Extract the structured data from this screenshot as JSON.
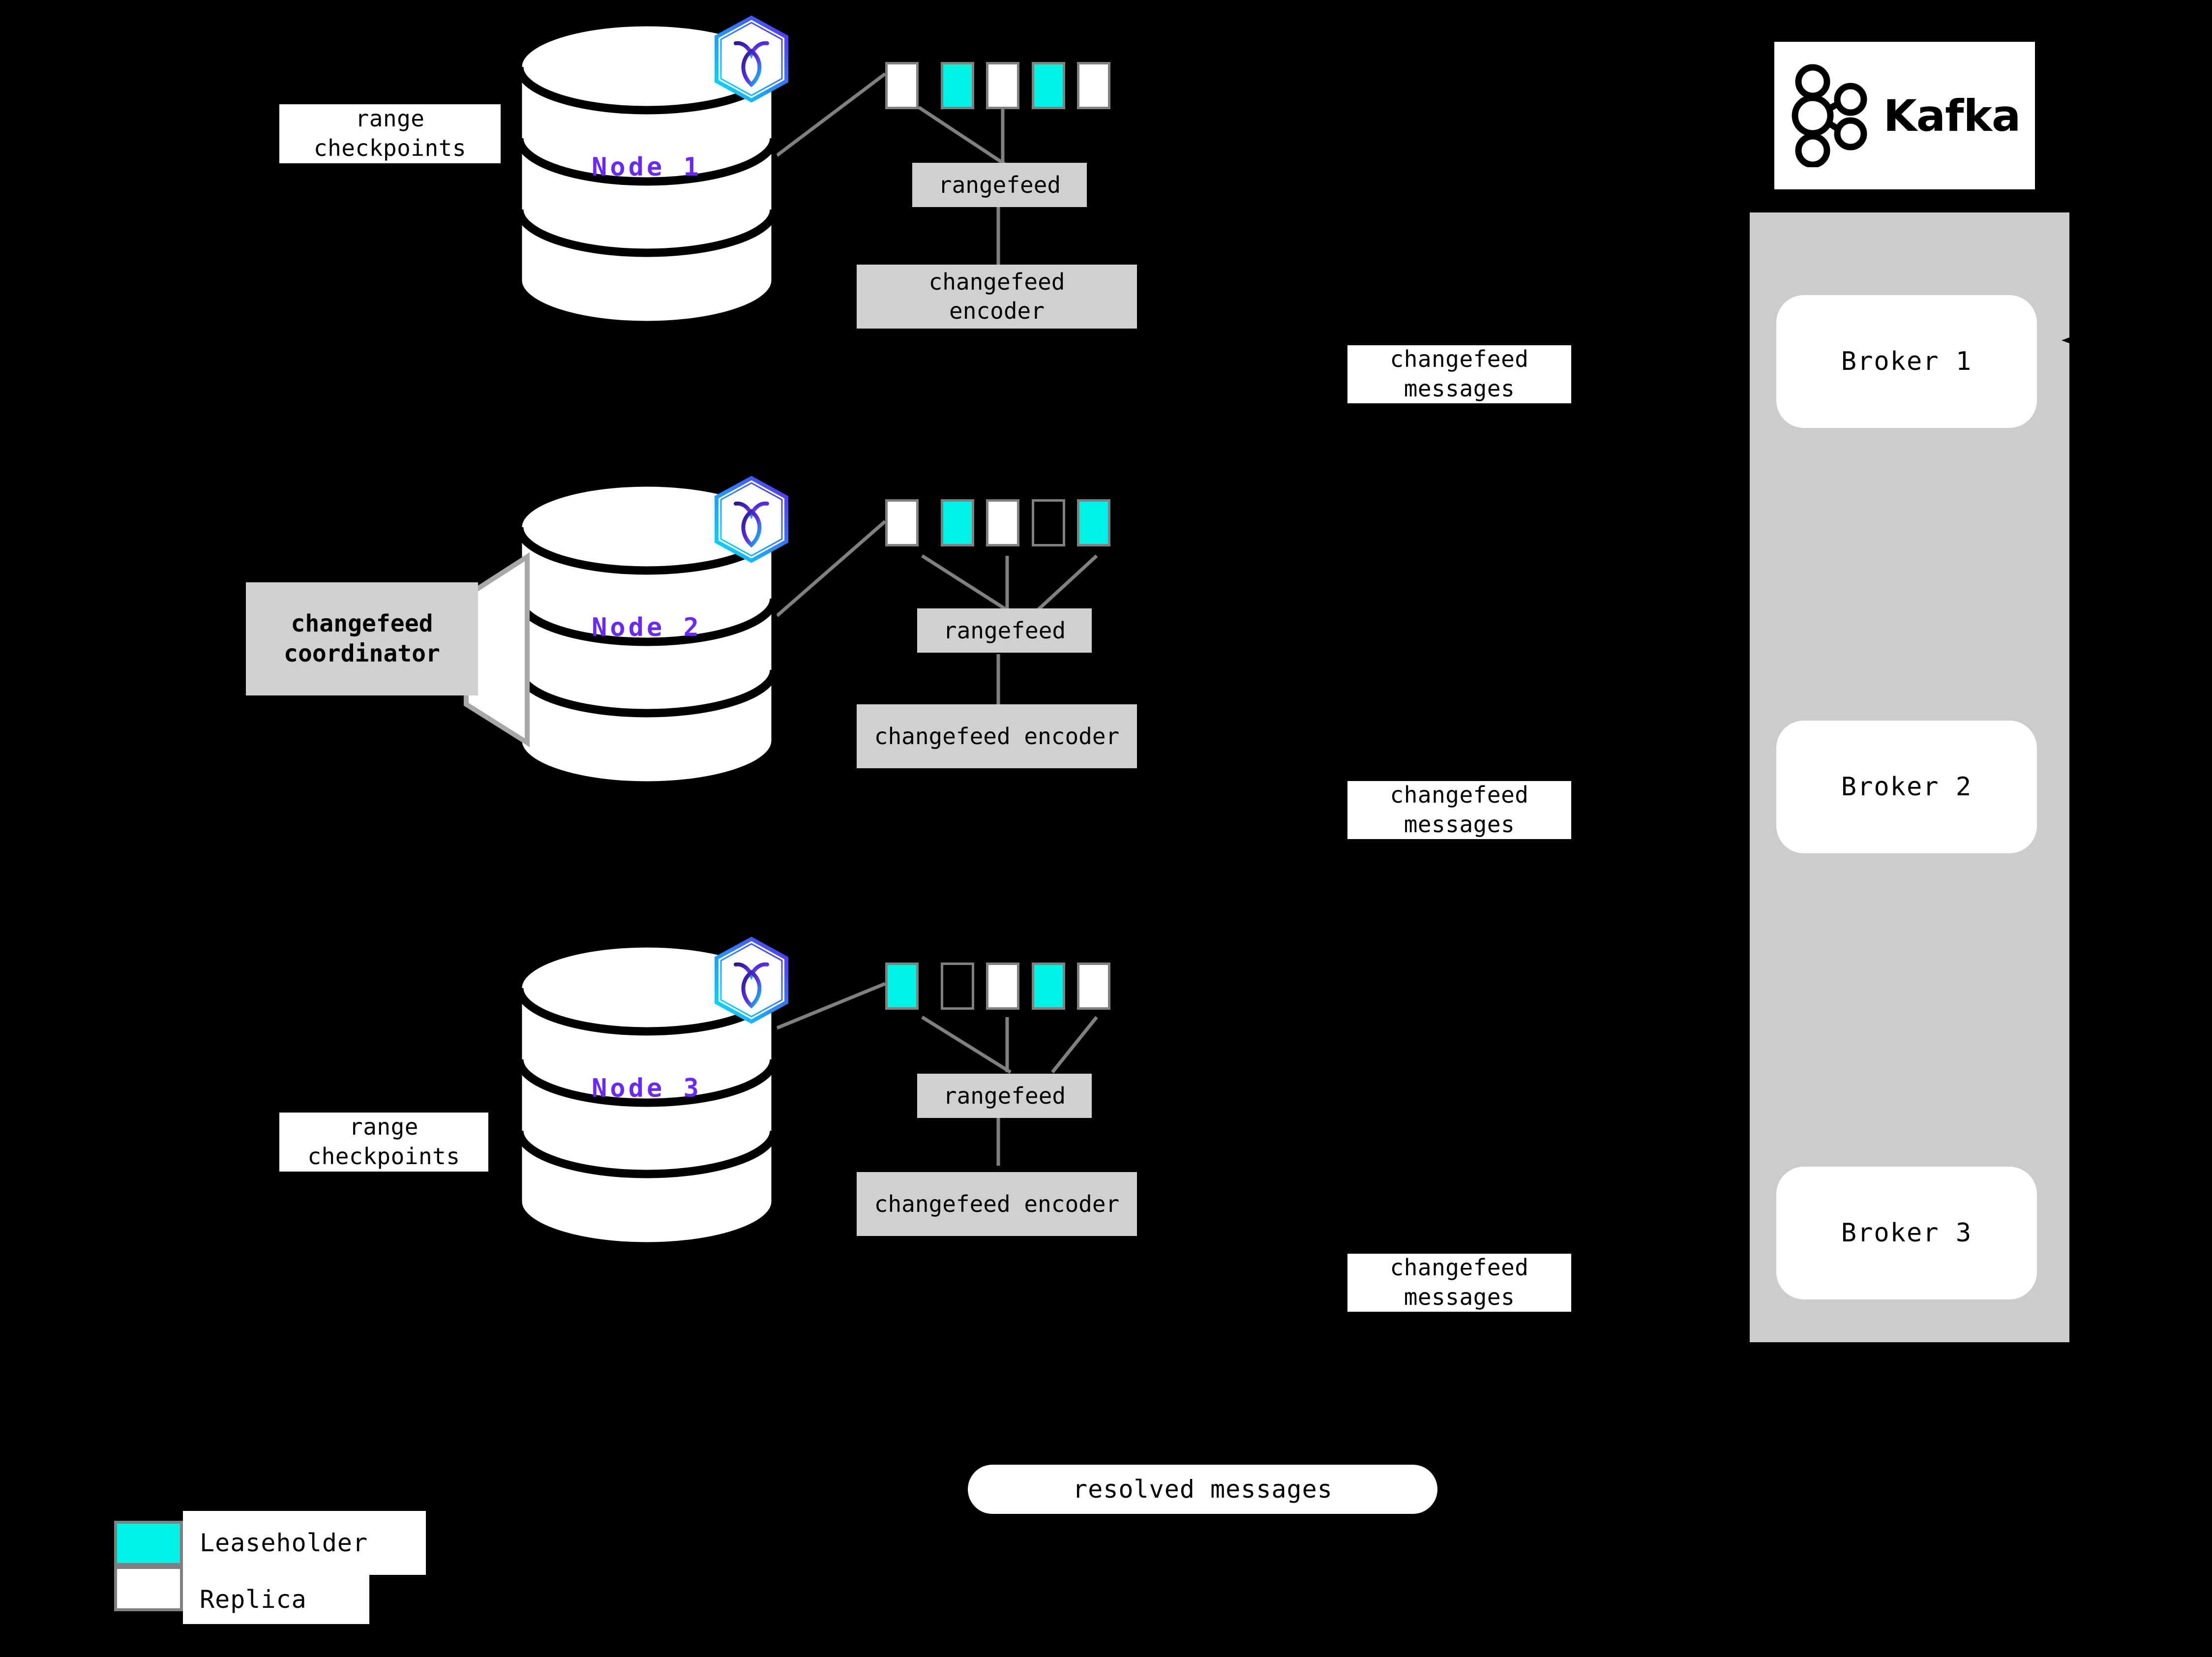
{
  "diagram": {
    "title": "CockroachDB changefeed to Kafka architecture",
    "background_color": "#000000",
    "accent_colors": {
      "leaseholder": "#00f2e6",
      "replica": "#ffffff",
      "node_label": "#6A29F5",
      "process_box": "#d0d0d0",
      "connector": "#808080",
      "kafka_panel": "#cccccc"
    }
  },
  "nodes": [
    {
      "name": "Node 1",
      "logo_icon": "cockroachdb-hexagon-icon",
      "ranges": [
        "replica",
        "leaseholder",
        "replica",
        "leaseholder",
        "replica"
      ],
      "rangefeed_label": "rangefeed",
      "encoder_label": "changefeed\nencoder",
      "side_label": "range\ncheckpoints"
    },
    {
      "name": "Node 2",
      "logo_icon": "cockroachdb-hexagon-icon",
      "ranges": [
        "replica",
        "leaseholder",
        "replica",
        "empty",
        "leaseholder"
      ],
      "rangefeed_label": "rangefeed",
      "encoder_label": "changefeed\nencoder",
      "coordinator_label": "changefeed\ncoordinator"
    },
    {
      "name": "Node 3",
      "logo_icon": "cockroachdb-hexagon-icon",
      "ranges": [
        "leaseholder",
        "empty",
        "replica",
        "leaseholder",
        "replica"
      ],
      "rangefeed_label": "rangefeed",
      "encoder_label": "changefeed\nencoder",
      "side_label": "range\ncheckpoints"
    }
  ],
  "messages": [
    {
      "label": "changefeed\nmessages"
    },
    {
      "label": "changefeed\nmessages"
    },
    {
      "label": "changefeed\nmessages"
    }
  ],
  "resolved_messages": {
    "label": "resolved messages"
  },
  "kafka": {
    "logo_icon": "kafka-logo-icon",
    "wordmark": "Kafka",
    "brokers": [
      {
        "label": "Broker 1"
      },
      {
        "label": "Broker 2"
      },
      {
        "label": "Broker 3"
      }
    ]
  },
  "legend": {
    "items": [
      {
        "swatch": "#00f2e6",
        "label": "Leaseholder"
      },
      {
        "swatch": "#ffffff",
        "label": "Replica"
      }
    ]
  }
}
